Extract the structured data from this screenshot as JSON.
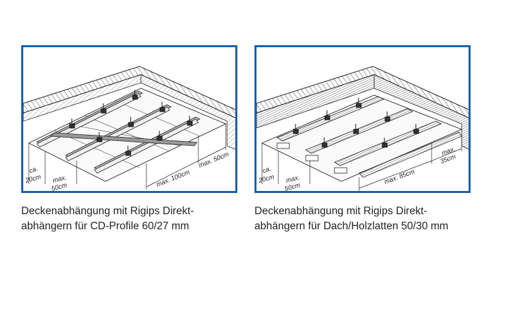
{
  "panels": [
    {
      "id": "cd-profile",
      "dimensions": {
        "ca": "ca.",
        "edge": "20cm",
        "max1": "max.",
        "max1_val": "50cm",
        "spacing_long": "max. 100cm",
        "spacing_short": "max. 50cm"
      },
      "caption": {
        "line1": "Deckenabhängung mit Rigips Direkt-",
        "line2": "abhängern für CD-Profile 60/27 mm"
      }
    },
    {
      "id": "holzlatten",
      "dimensions": {
        "ca": "ca.",
        "edge": "20cm",
        "max1": "max.",
        "max1_val": "50cm",
        "spacing_long": "max. 85cm",
        "max2": "max.",
        "max2_val": "35cm"
      },
      "caption": {
        "line1": "Deckenabhängung mit Rigips Direkt-",
        "line2": "abhängern für Dach/Holzlatten 50/30 mm"
      }
    }
  ],
  "colors": {
    "frame": "#1f5fa8",
    "line": "#222222"
  }
}
